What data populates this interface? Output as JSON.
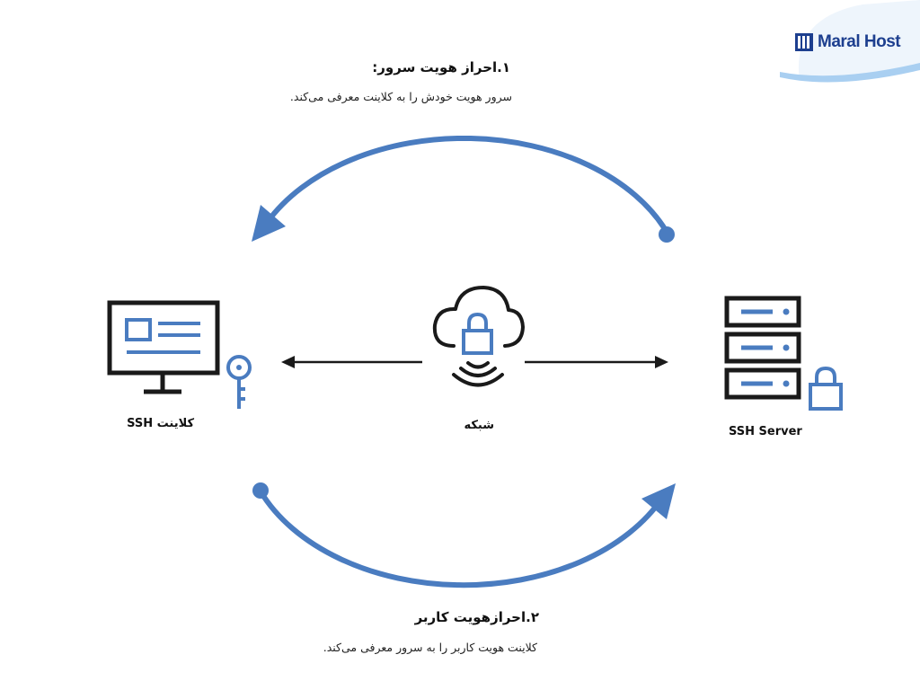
{
  "brand": {
    "name": "Maral Host"
  },
  "step1": {
    "title": "۱.احراز هویت سرور:",
    "description": "سرور هویت خودش را به کلاینت معرفی می‌کند."
  },
  "step2": {
    "title": "۲.احرازهویت کاربر",
    "description": "کلاینت هویت کاربر را به سرور معرفی می‌کند."
  },
  "nodes": {
    "client": "کلاینت SSH",
    "network": "شبکه",
    "server": "SSH Server"
  },
  "colors": {
    "accent": "#4a7cc0",
    "dark": "#1a1a1a",
    "brand": "#1d3f8f",
    "wave": "#cfe3f6"
  },
  "icons": [
    "monitor-icon",
    "key-icon",
    "cloud-lock-icon",
    "signal-icon",
    "server-icon",
    "lock-icon"
  ]
}
